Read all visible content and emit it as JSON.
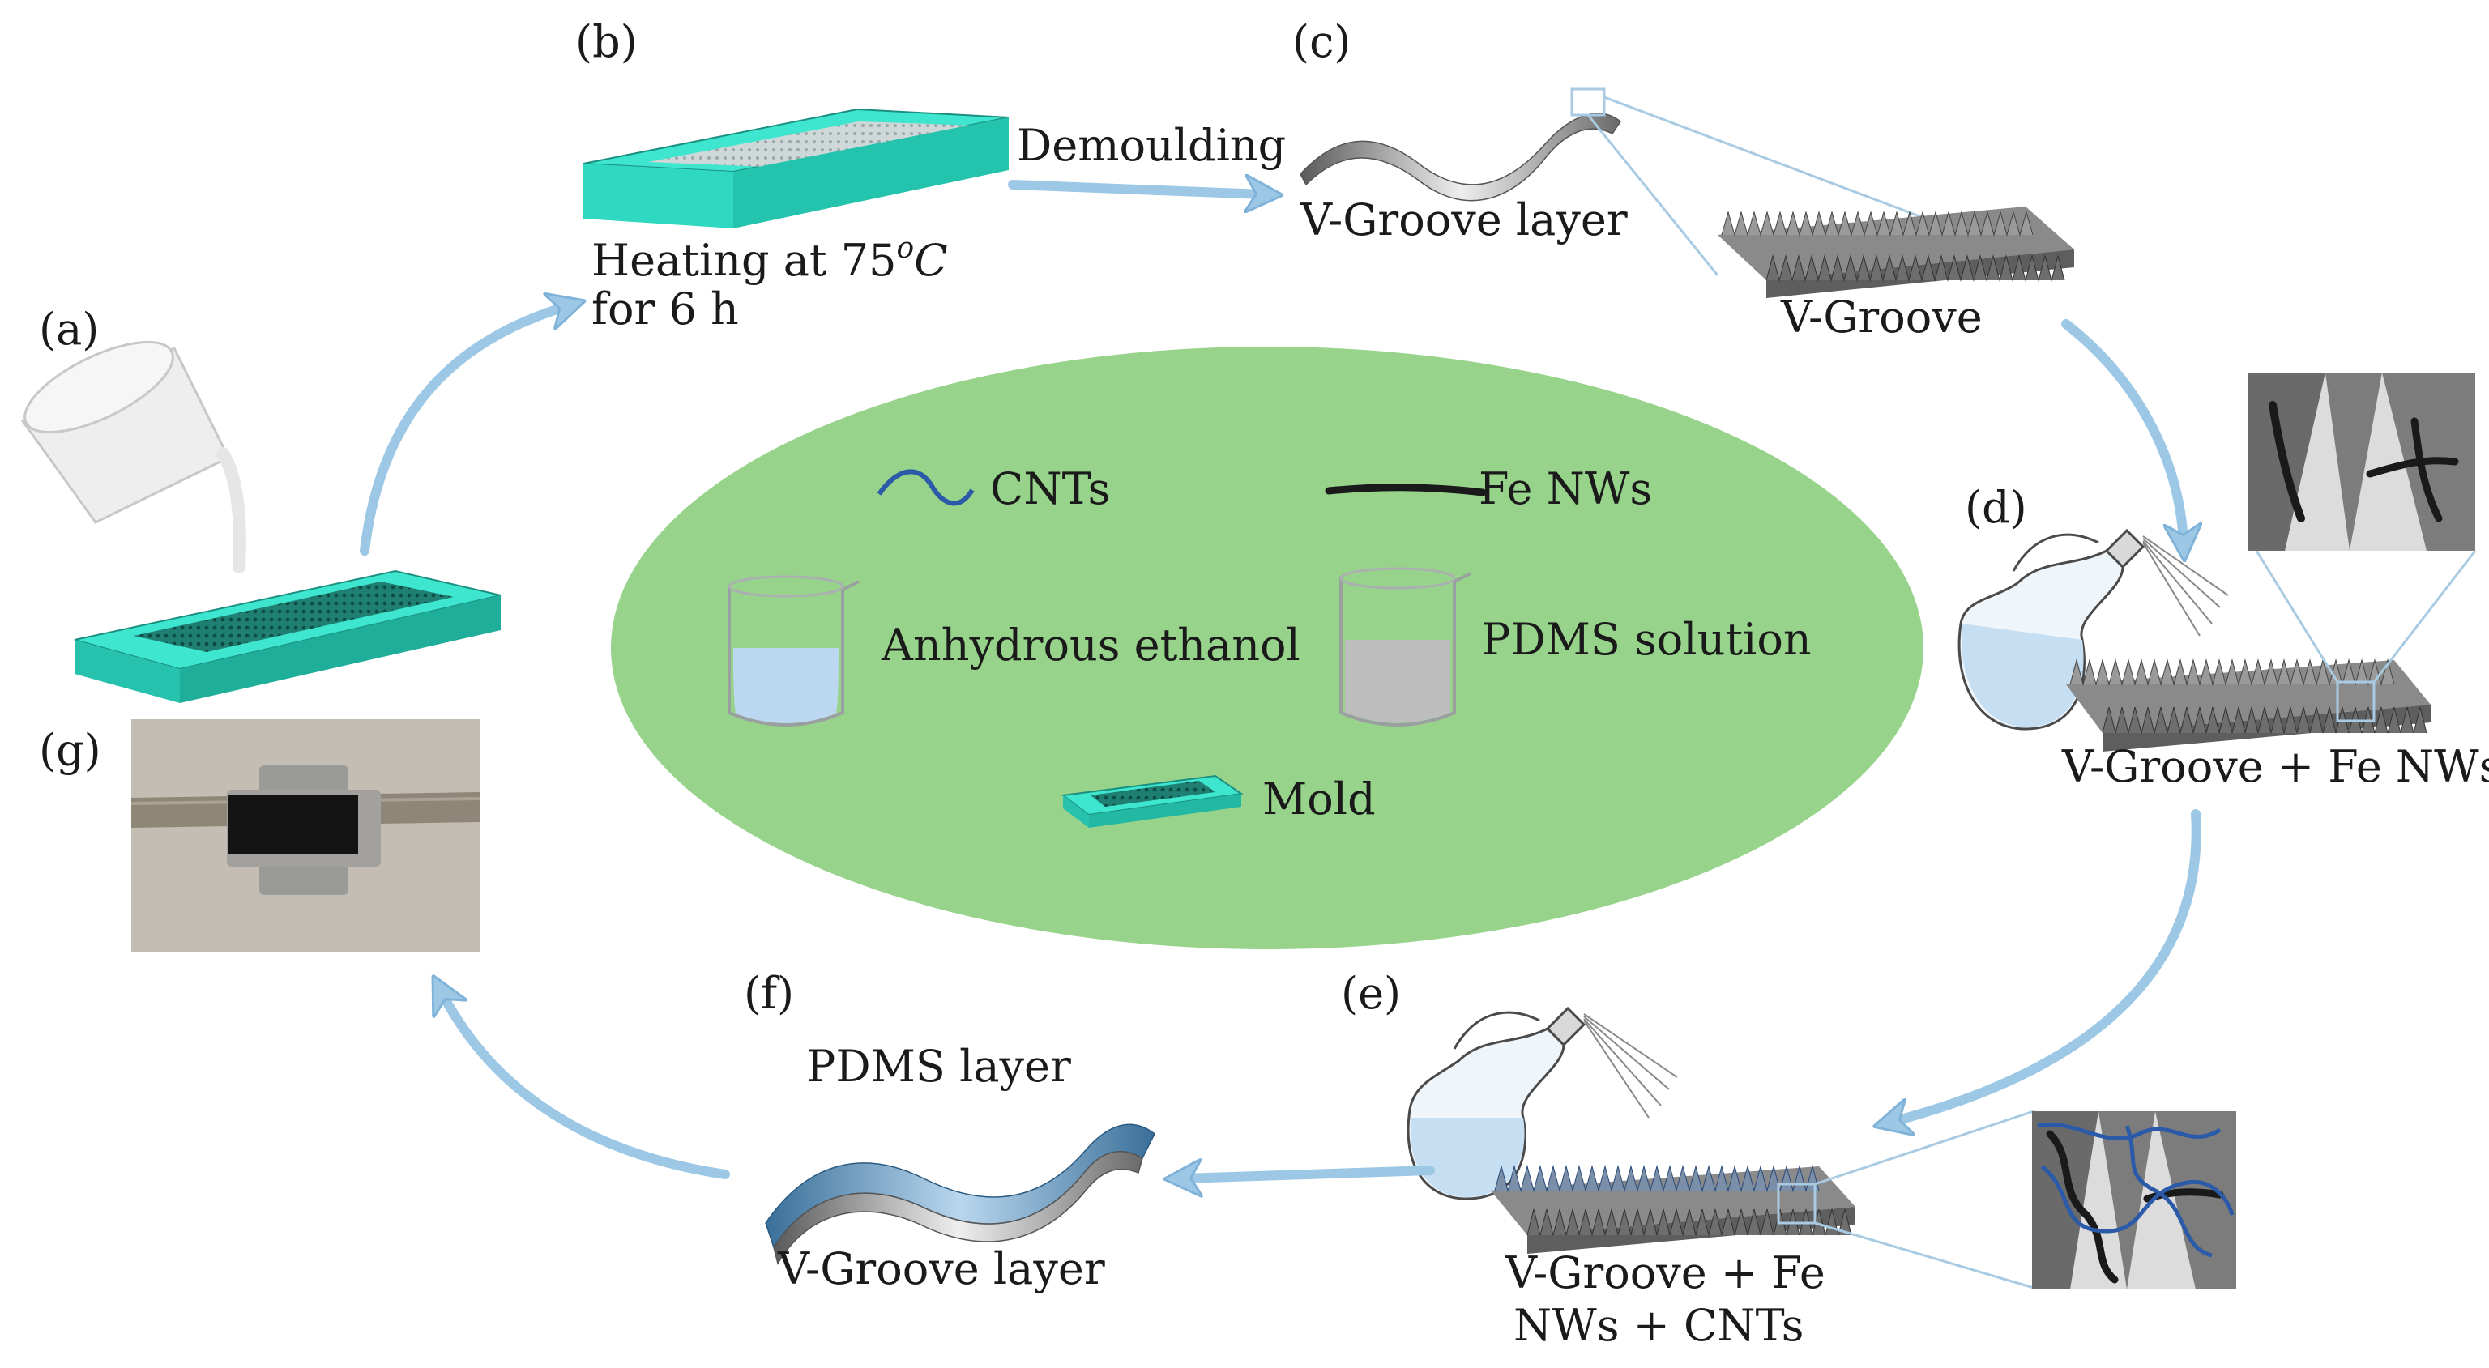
{
  "panels": {
    "a": "(a)",
    "b": "(b)",
    "c": "(c)",
    "d": "(d)",
    "e": "(e)",
    "f": "(f)",
    "g": "(g)"
  },
  "steps": {
    "heating_line1_prefix": "Heating at 75",
    "heating_degree": "o",
    "heating_unit": "C",
    "heating_line2": "for 6 h",
    "demoulding": "Demoulding",
    "vgroove_layer_top": "V-Groove  layer",
    "vgroove": "V-Groove",
    "vgroove_fe": "V-Groove + Fe NWs",
    "vgroove_fe_cnt_line1": "V-Groove + Fe",
    "vgroove_fe_cnt_line2": "NWs + CNTs",
    "pdms_layer": "PDMS  layer",
    "vgroove_layer_bottom": "V-Groove  layer"
  },
  "legend": {
    "cnts": "CNTs",
    "fe_nws": "Fe NWs",
    "anhydrous_ethanol": "Anhydrous ethanol",
    "pdms_solution": "PDMS solution",
    "mold": "Mold"
  },
  "colors": {
    "mold": "#3ee6cf",
    "mold_side": "#26c2ad",
    "legend_ellipse": "#97d38b",
    "arrow": "#9cc8e6",
    "cnt": "#2a5aa8",
    "ethanol": "#bcd8f0",
    "pdms": "#bdbdbd"
  }
}
